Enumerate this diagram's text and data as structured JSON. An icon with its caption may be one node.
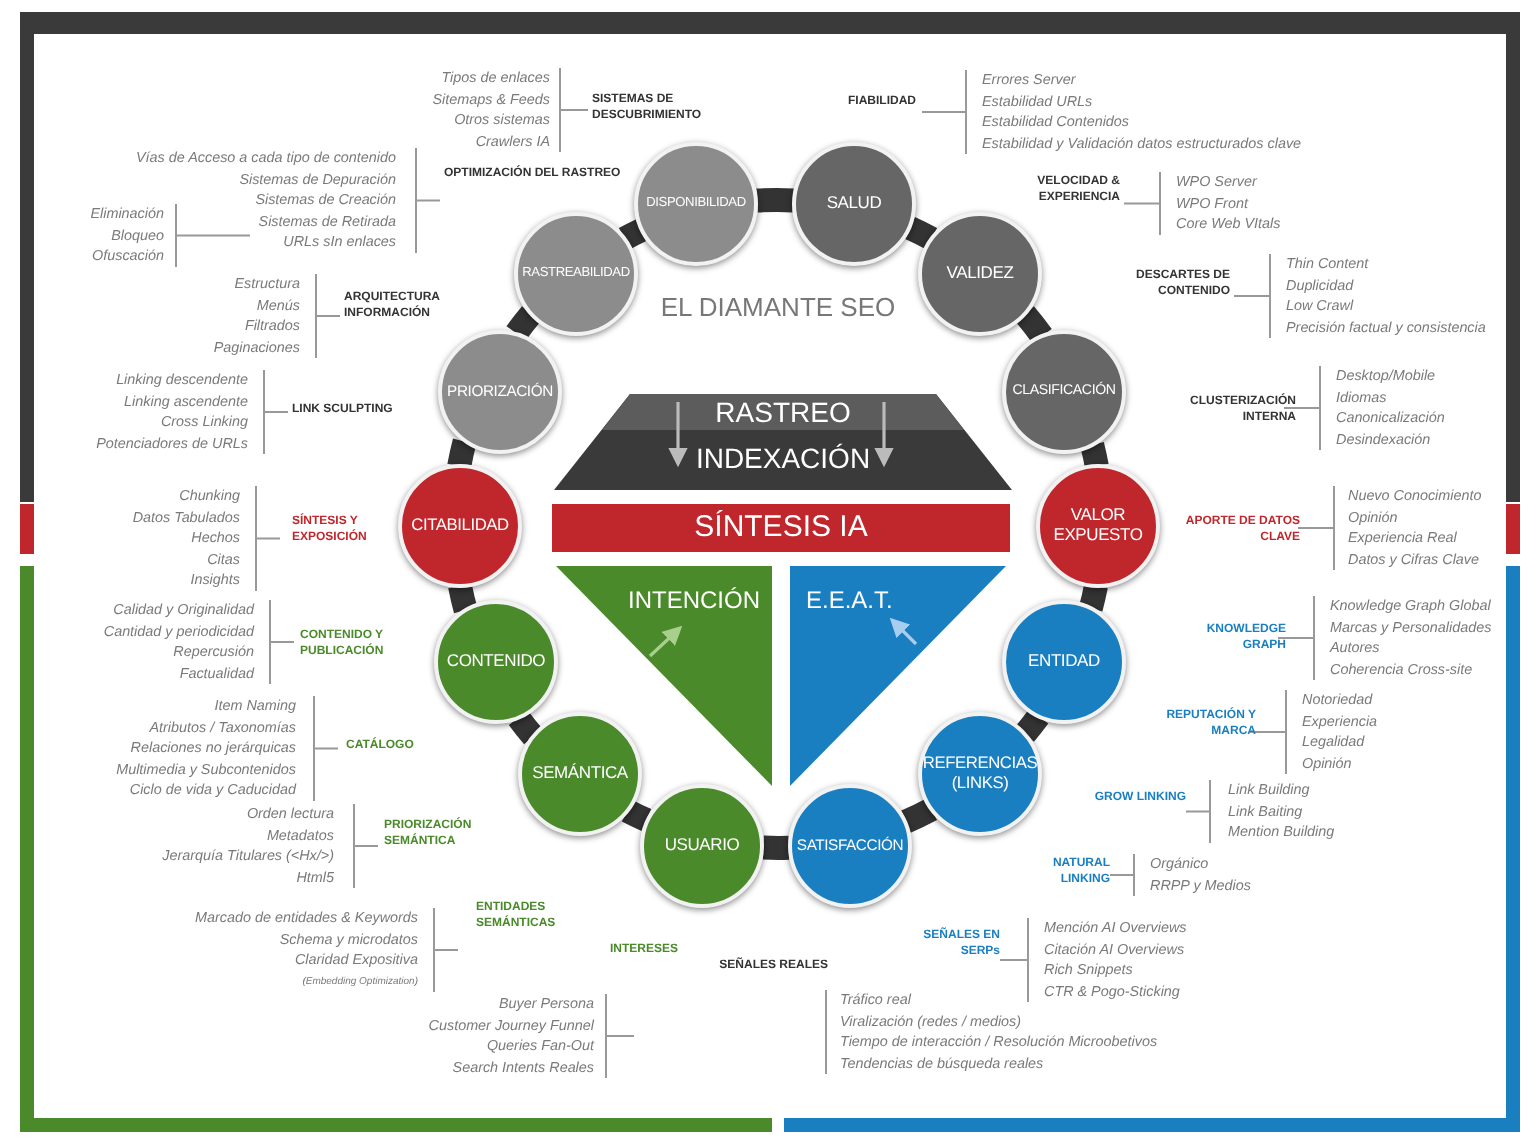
{
  "diagram": {
    "title": "EL DIAMANTE SEO",
    "nodes": [
      {
        "text": [
          "DISPONIBILIDAD"
        ]
      },
      {
        "text": [
          "SALUD"
        ]
      },
      {
        "text": [
          "RASTREABILIDAD"
        ]
      },
      {
        "text": [
          "VALIDEZ"
        ]
      },
      {
        "text": [
          "PRIORIZACIÓN"
        ]
      },
      {
        "text": [
          "CLASIFICACIÓN"
        ]
      },
      {
        "text": [
          "RASTREO",
          "INDEXACIÓN"
        ]
      },
      {
        "text": [
          "CITABILIDAD"
        ]
      },
      {
        "text": [
          "SÍNTESIS IA"
        ]
      },
      {
        "text": [
          "VALOR EXPUESTO"
        ]
      },
      {
        "text": [
          "INTENCIÓN"
        ]
      },
      {
        "text": [
          "E.E.A.T."
        ]
      },
      {
        "text": [
          "CONTENIDO"
        ]
      },
      {
        "text": [
          "ENTIDAD"
        ]
      },
      {
        "text": [
          "SEMÁNTICA"
        ]
      },
      {
        "text": [
          "REFERENCIAS (LINKS)"
        ]
      },
      {
        "text": [
          "USUARIO"
        ]
      },
      {
        "text": [
          "SATISFACCIÓN"
        ]
      }
    ],
    "edges": [
      {
        "from": 0,
        "to": 1,
        "arrow": "none"
      },
      {
        "from": 0,
        "to": 2,
        "arrow": "none"
      },
      {
        "from": 1,
        "to": 3,
        "arrow": "none"
      },
      {
        "from": 2,
        "to": 4,
        "arrow": "none"
      },
      {
        "from": 3,
        "to": 5,
        "arrow": "none"
      },
      {
        "from": 4,
        "to": 7,
        "arrow": "none"
      },
      {
        "from": 5,
        "to": 9,
        "arrow": "none"
      },
      {
        "from": 7,
        "to": 12,
        "arrow": "none"
      },
      {
        "from": 9,
        "to": 13,
        "arrow": "none"
      },
      {
        "from": 12,
        "to": 14,
        "arrow": "none"
      },
      {
        "from": 13,
        "to": 15,
        "arrow": "none"
      },
      {
        "from": 14,
        "to": 16,
        "arrow": "none"
      },
      {
        "from": 15,
        "to": 17,
        "arrow": "none"
      },
      {
        "from": 16,
        "to": 17,
        "arrow": "none"
      }
    ],
    "labels": [
      "SISTEMAS DE DESCUBRIMIENTO",
      "Tipos de enlaces",
      "Sitemaps & Feeds",
      "Otros sistemas",
      "Crawlers IA",
      "FIABILIDAD",
      "Errores Server",
      "Estabilidad URLs",
      "Estabilidad Contenidos",
      "Estabilidad y Validación datos estructurados clave",
      "OPTIMIZACIÓN DEL RASTREO",
      "Vías de Acceso a cada tipo de contenido",
      "Sistemas de Depuración",
      "Sistemas de Creación",
      "Sistemas de Retirada",
      "URLs sIn enlaces",
      "Eliminación",
      "Bloqueo",
      "Ofuscación",
      "VELOCIDAD & EXPERIENCIA",
      "WPO Server",
      "WPO Front",
      "Core Web VItals",
      "ARQUITECTURA INFORMACIÓN",
      "Estructura",
      "Menús",
      "Filtrados",
      "Paginaciones",
      "DESCARTES DE CONTENIDO",
      "Thin Content",
      "Duplicidad",
      "Low Crawl",
      "Precisión factual y consistencia",
      "LINK SCULPTING",
      "Linking descendente",
      "Linking ascendente",
      "Cross Linking",
      "Potenciadores de URLs",
      "CLUSTERIZACIÓN INTERNA",
      "Desktop/Mobile",
      "Idiomas",
      "Canonicalización",
      "Desindexación",
      "SÍNTESIS Y EXPOSICIÓN",
      "Chunking",
      "Datos Tabulados",
      "Hechos",
      "Citas",
      "Insights",
      "APORTE DE DATOS CLAVE",
      "Nuevo Conocimiento",
      "Opinión",
      "Experiencia Real",
      "Datos y Cifras Clave",
      "CONTENIDO Y PUBLICACIÓN",
      "Calidad y Originalidad",
      "Cantidad y periodicidad",
      "Repercusión",
      "Factualidad",
      "KNOWLEDGE GRAPH",
      "Knowledge Graph Global",
      "Marcas y Personalidades",
      "Autores",
      "Coherencia Cross-site",
      "CATÁLOGO",
      "Item Naming",
      "Atributos / Taxonomías",
      "Relaciones no jerárquicas",
      "Multimedia y Subcontenidos",
      "Ciclo de vida y Caducidad",
      "REPUTACIÓN Y MARCA",
      "Notoriedad",
      "Experiencia",
      "Legalidad",
      "Opinión",
      "GROW LINKING",
      "Link Building",
      "Link Baiting",
      "Mention Building",
      "PRIORIZACIÓN SEMÁNTICA",
      "Orden lectura",
      "Metadatos",
      "Jerarquía Titulares (<Hx/>)",
      "Html5",
      "NATURAL LINKING",
      "Orgánico",
      "RRPP y Medios",
      "ENTIDADES SEMÁNTICAS",
      "Marcado de entidades & Keywords",
      "Schema y microdatos",
      "Claridad Expositiva",
      "(Embedding Optimization)",
      "INTERESES",
      "Buyer Persona",
      "Customer Journey Funnel",
      "Queries Fan-Out",
      "Search Intents Reales",
      "SEÑALES EN SERPs",
      "Mención AI Overviews",
      "Citación AI Overviews",
      "Rich Snippets",
      "CTR & Pogo-Sticking",
      "SEÑALES REALES",
      "Tráfico real",
      "Viralización (redes / medios)",
      "Tiempo de interacción / Resolución Microobetivos",
      "Tendencias de búsqueda reales"
    ]
  }
}
